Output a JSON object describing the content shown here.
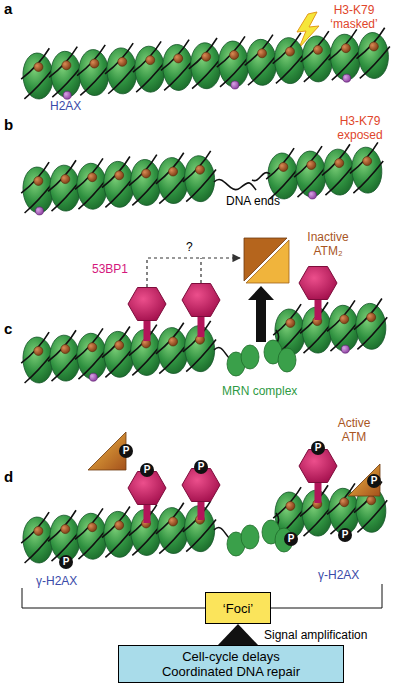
{
  "diagram": {
    "nodes": [
      {
        "text": [
          "P"
        ]
      },
      {
        "text": [
          "P"
        ]
      },
      {
        "text": [
          "P"
        ]
      },
      {
        "text": [
          "P"
        ]
      },
      {
        "text": [
          "P"
        ]
      },
      {
        "text": [
          "P"
        ]
      },
      {
        "text": [
          "P"
        ]
      },
      {
        "text": [
          "P"
        ]
      },
      {
        "text": [
          "‘Foci’"
        ]
      },
      {
        "text": [
          "Cell-cycle delays Coordinated DNA repair"
        ]
      }
    ],
    "edges": [
      {
        "from": 8,
        "to": 9,
        "arrow": "none",
        "label": "Signal amplification"
      }
    ],
    "labels": [
      "a",
      "H3-K79 ‘masked’",
      "H2AX",
      "b",
      "H3-K79 exposed",
      "DNA ends",
      "c",
      "53BP1",
      "?",
      "Inactive ATM₂",
      "MRN complex",
      "d",
      "Active ATM",
      "γ-H2AX",
      "γ-H2AX"
    ]
  }
}
